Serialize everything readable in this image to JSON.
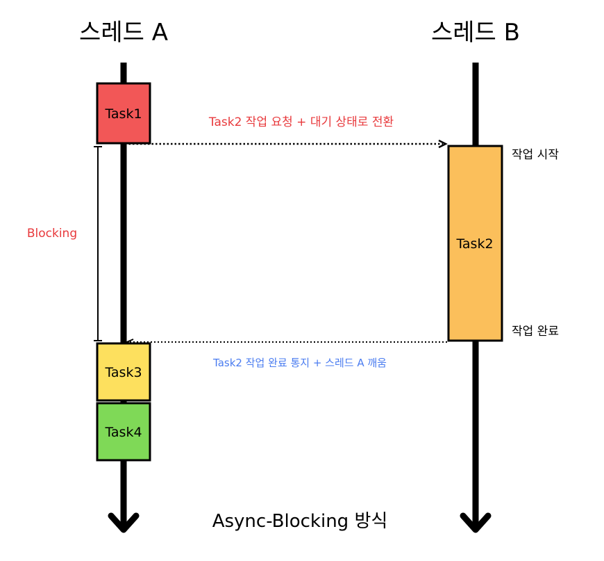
{
  "threads": {
    "a_label": "스레드 A",
    "b_label": "스레드 B"
  },
  "tasks": {
    "task1": "Task1",
    "task2": "Task2",
    "task3": "Task3",
    "task4": "Task4"
  },
  "messages": {
    "request": "Task2 작업 요청 + 대기 상태로 전환",
    "notify": "Task2 작업 완료 통지 + 스레드 A 깨움"
  },
  "labels": {
    "blocking": "Blocking",
    "work_start": "작업 시작",
    "work_done": "작업 완료"
  },
  "footer": {
    "caption": "Async-Blocking 방식"
  },
  "colors": {
    "task1": "#f25757",
    "task2": "#fbbf5b",
    "task3": "#fde05e",
    "task4": "#7fd957",
    "request_text": "#e8393c",
    "notify_text": "#4a7cf0",
    "blocking_text": "#e8393c",
    "line": "#000000"
  }
}
